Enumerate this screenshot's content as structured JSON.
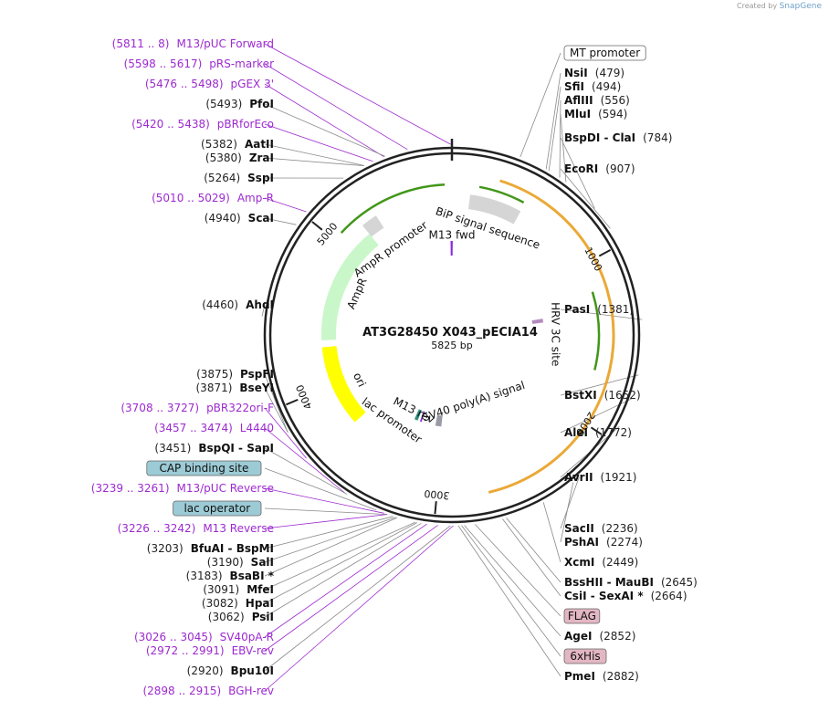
{
  "credit": {
    "created_by": "Created by",
    "brand": "SnapGene"
  },
  "plasmid": {
    "name": "AT3G28450 X043_pECIA14",
    "length_label": "5825 bp",
    "length": 5825
  },
  "colors": {
    "enzyme_line": "#8a8a8a",
    "primer": "#9d2ad0",
    "backbone": "#222222"
  },
  "ticks": [
    {
      "bp": 1000,
      "label": "1000"
    },
    {
      "bp": 2000,
      "label": "2000"
    },
    {
      "bp": 3000,
      "label": "3000"
    },
    {
      "bp": 4000,
      "label": "4000"
    },
    {
      "bp": 5000,
      "label": "5000"
    }
  ],
  "labels_left": [
    {
      "kind": "primer",
      "range": "(5811 .. 8)",
      "name": "M13/pUC Forward",
      "bp": 5818
    },
    {
      "kind": "primer",
      "range": "(5598 .. 5617)",
      "name": "pRS-marker",
      "bp": 5607
    },
    {
      "kind": "primer",
      "range": "(5476 .. 5498)",
      "name": "pGEX 3'",
      "bp": 5487
    },
    {
      "kind": "enzyme",
      "range": "(5493)",
      "name": "PfoI",
      "bp": 5493
    },
    {
      "kind": "primer",
      "range": "(5420 .. 5438)",
      "name": "pBRforEco",
      "bp": 5429
    },
    {
      "kind": "enzyme",
      "range": "(5382)",
      "name": "AatII",
      "bp": 5382
    },
    {
      "kind": "enzyme",
      "range": "(5380)",
      "name": "ZraI",
      "bp": 5380
    },
    {
      "kind": "enzyme",
      "range": "(5264)",
      "name": "SspI",
      "bp": 5264
    },
    {
      "kind": "primer",
      "range": "(5010 .. 5029)",
      "name": "Amp-R",
      "bp": 5020
    },
    {
      "kind": "enzyme",
      "range": "(4940)",
      "name": "ScaI",
      "bp": 4940
    },
    {
      "kind": "enzyme",
      "range": "(4460)",
      "name": "AhdI",
      "bp": 4460
    },
    {
      "kind": "enzyme",
      "range": "(3875)",
      "name": "PspFI",
      "bp": 3875
    },
    {
      "kind": "enzyme",
      "range": "(3871)",
      "name": "BseYI",
      "bp": 3871
    },
    {
      "kind": "primer",
      "range": "(3708 .. 3727)",
      "name": "pBR322ori-F",
      "bp": 3717
    },
    {
      "kind": "primer",
      "range": "(3457 .. 3474)",
      "name": "L4440",
      "bp": 3465
    },
    {
      "kind": "enzyme",
      "range": "(3451)",
      "name": "BspQI  -  SapI",
      "bp": 3451
    },
    {
      "kind": "box",
      "range": "",
      "name": "CAP binding site",
      "bp": 3290
    },
    {
      "kind": "primer",
      "range": "(3239 .. 3261)",
      "name": "M13/pUC Reverse",
      "bp": 3250
    },
    {
      "kind": "box",
      "range": "",
      "name": "lac operator",
      "bp": 3233
    },
    {
      "kind": "primer",
      "range": "(3226 .. 3242)",
      "name": "M13 Reverse",
      "bp": 3234
    },
    {
      "kind": "enzyme",
      "range": "(3203)",
      "name": "BfuAI  -  BspMI",
      "bp": 3203
    },
    {
      "kind": "enzyme",
      "range": "(3190)",
      "name": "SalI",
      "bp": 3190
    },
    {
      "kind": "enzyme",
      "range": "(3183)",
      "name": "BsaBI *",
      "bp": 3183
    },
    {
      "kind": "enzyme",
      "range": "(3091)",
      "name": "MfeI",
      "bp": 3091
    },
    {
      "kind": "enzyme",
      "range": "(3082)",
      "name": "HpaI",
      "bp": 3082
    },
    {
      "kind": "enzyme",
      "range": "(3062)",
      "name": "PsiI",
      "bp": 3062
    },
    {
      "kind": "primer",
      "range": "(3026 .. 3045)",
      "name": "SV40pA-R",
      "bp": 3035
    },
    {
      "kind": "primer",
      "range": "(2972 .. 2991)",
      "name": "EBV-rev",
      "bp": 2981
    },
    {
      "kind": "enzyme",
      "range": "(2920)",
      "name": "Bpu10I",
      "bp": 2920
    },
    {
      "kind": "primer",
      "range": "(2898 .. 2915)",
      "name": "BGH-rev",
      "bp": 2906
    }
  ],
  "labels_right": [
    {
      "kind": "box",
      "name": "MT promoter",
      "range": "",
      "bp": 340
    },
    {
      "kind": "enzyme",
      "name": "NsiI",
      "range": "(479)",
      "bp": 479
    },
    {
      "kind": "enzyme",
      "name": "SfiI",
      "range": "(494)",
      "bp": 494
    },
    {
      "kind": "enzyme",
      "name": "AflIII",
      "range": "(556)",
      "bp": 556
    },
    {
      "kind": "enzyme",
      "name": "MluI",
      "range": "(594)",
      "bp": 594
    },
    {
      "kind": "enzyme",
      "name": "BspDI  -  ClaI",
      "range": "(784)",
      "bp": 784
    },
    {
      "kind": "enzyme",
      "name": "EcoRI",
      "range": "(907)",
      "bp": 907
    },
    {
      "kind": "enzyme",
      "name": "PasI",
      "range": "(1381)",
      "bp": 1381
    },
    {
      "kind": "enzyme",
      "name": "BstXI",
      "range": "(1652)",
      "bp": 1652
    },
    {
      "kind": "enzyme",
      "name": "AleI",
      "range": "(1772)",
      "bp": 1772
    },
    {
      "kind": "enzyme",
      "name": "AvrII",
      "range": "(1921)",
      "bp": 1921
    },
    {
      "kind": "enzyme",
      "name": "SacII",
      "range": "(2236)",
      "bp": 2236
    },
    {
      "kind": "enzyme",
      "name": "PshAI",
      "range": "(2274)",
      "bp": 2274
    },
    {
      "kind": "enzyme",
      "name": "XcmI",
      "range": "(2449)",
      "bp": 2449
    },
    {
      "kind": "enzyme",
      "name": "BssHII  -  MauBI",
      "range": "(2645)",
      "bp": 2645
    },
    {
      "kind": "enzyme",
      "name": "CsiI  -  SexAI *",
      "range": "(2664)",
      "bp": 2664
    },
    {
      "kind": "boxpink",
      "name": "FLAG",
      "range": "",
      "bp": 2800
    },
    {
      "kind": "enzyme",
      "name": "AgeI",
      "range": "(2852)",
      "bp": 2852
    },
    {
      "kind": "boxpink",
      "name": "6xHis",
      "range": "",
      "bp": 2866
    },
    {
      "kind": "enzyme",
      "name": "PmeI",
      "range": "(2882)",
      "bp": 2882
    }
  ],
  "features": [
    {
      "name": "BiP signal sequence",
      "start": 120,
      "end": 470,
      "color": "#e0e0e0",
      "style": "open"
    },
    {
      "name": "M13 fwd",
      "start": 5811,
      "end": 8,
      "color": "#8a2be2",
      "style": "primer"
    },
    {
      "name": "HRV 3C site",
      "start": 1290,
      "end": 1330,
      "color": "#b48abf",
      "style": "small"
    },
    {
      "name": "AmpR promoter",
      "start": 5190,
      "end": 5300,
      "color": "#ffffff",
      "style": "open"
    },
    {
      "name": "AmpR",
      "start": 4330,
      "end": 5190,
      "color": "#c9f7c9",
      "style": "filled"
    },
    {
      "name": "ori",
      "start": 3690,
      "end": 4280,
      "color": "#ffff00",
      "style": "filled"
    },
    {
      "name": "lac promoter",
      "start": 3265,
      "end": 3300,
      "color": "#2f8f7f",
      "style": "small"
    },
    {
      "name": "M13 rev",
      "start": 3226,
      "end": 3242,
      "color": "#8a2be2",
      "style": "small"
    },
    {
      "name": "SV40 poly(A) signal",
      "start": 3020,
      "end": 3080,
      "color": "#9a9aa6",
      "style": "small"
    }
  ],
  "orfs": [
    {
      "start": 5060,
      "end": 5780,
      "color": "#2e8b00"
    },
    {
      "start": 170,
      "end": 460,
      "color": "#2e8b00"
    },
    {
      "start": 1180,
      "end": 1680,
      "color": "#2e8b00"
    },
    {
      "start": 280,
      "end": 2700,
      "color": "#e8a020"
    }
  ]
}
